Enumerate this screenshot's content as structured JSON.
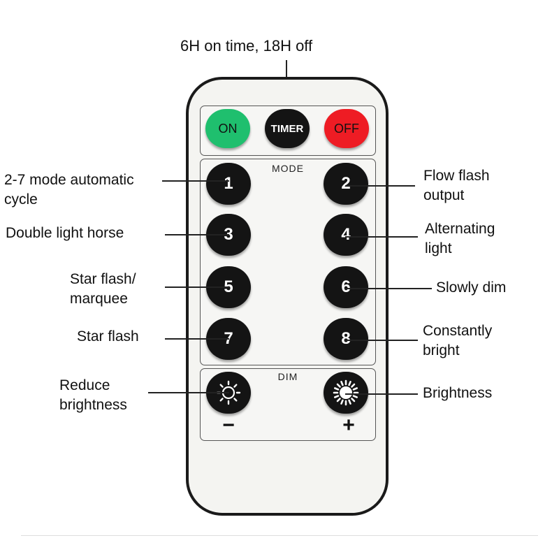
{
  "header": {
    "timer_note": "6H on time, 18H off"
  },
  "remote": {
    "top_buttons": {
      "on": "ON",
      "timer": "TIMER",
      "off": "OFF"
    },
    "mode_label": "MODE",
    "dim_label": "DIM",
    "number_buttons": [
      "1",
      "2",
      "3",
      "4",
      "5",
      "6",
      "7",
      "8"
    ],
    "minus_sign": "−",
    "plus_sign": "+"
  },
  "callouts": {
    "b1": "2-7 mode automatic\ncycle",
    "b2": "Flow flash\noutput",
    "b3": "Double light horse",
    "b4": "Alternating\nlight",
    "b5": "Star flash/\nmarquee",
    "b6": "Slowly dim",
    "b7": "Star flash",
    "b8": "Constantly\nbright",
    "dim_minus": "Reduce\nbrightness",
    "dim_plus": "Brightness"
  },
  "colors": {
    "on": "#1fbf6e",
    "off": "#ee1c24",
    "timer": "#141414",
    "buttons": "#141414"
  },
  "icons": [
    "sun-outline-icon",
    "sun-filled-icon"
  ]
}
